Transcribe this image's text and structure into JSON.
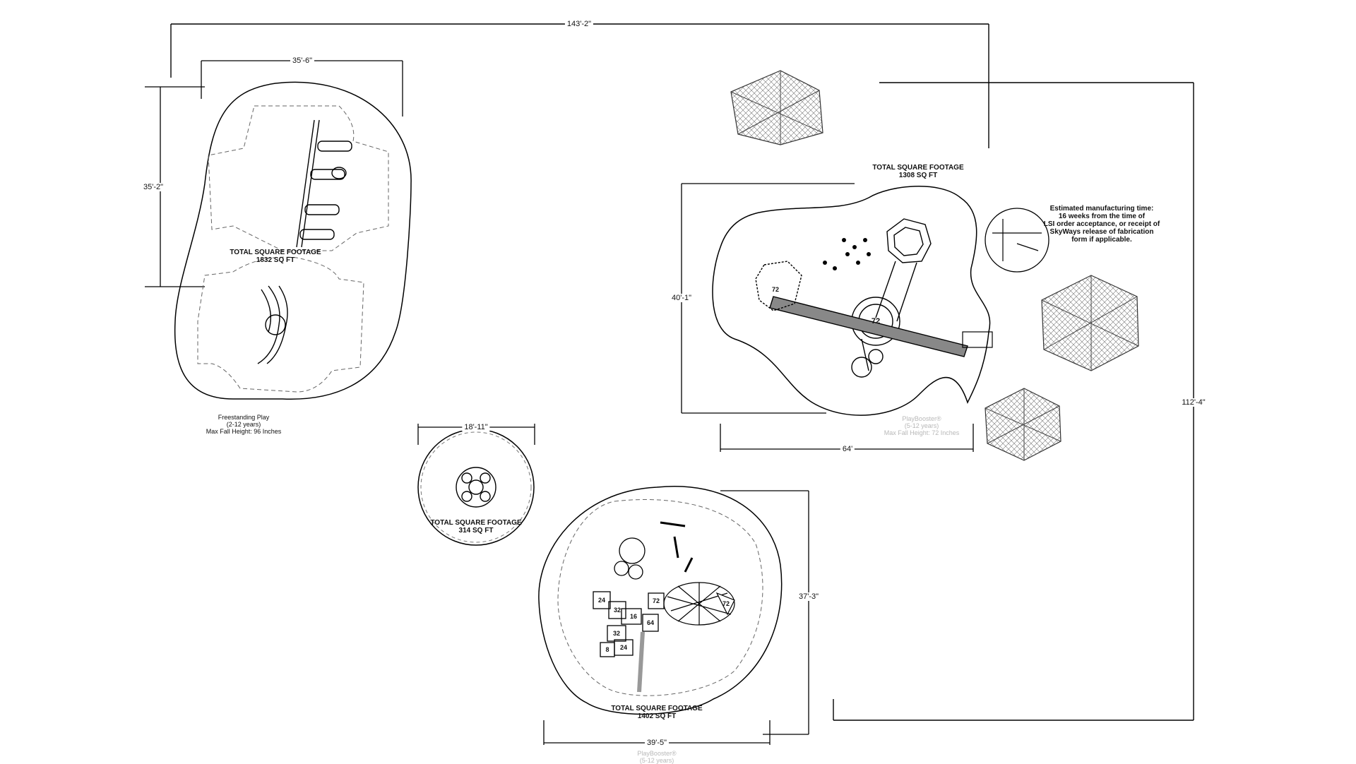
{
  "dimensions": {
    "overall_width": "143'-2\"",
    "overall_height": "112'-4\"",
    "freestanding_width": "35'-6\"",
    "freestanding_height": "35'-2\"",
    "tower_width": "64'",
    "tower_height": "40'-1\"",
    "spinner_width": "18'-11\"",
    "round_width": "39'-5\"",
    "round_height": "37'-3\""
  },
  "areas": {
    "freestanding": {
      "title": "TOTAL SQUARE FOOTAGE",
      "value": "1832 SQ FT"
    },
    "tower": {
      "title": "TOTAL SQUARE FOOTAGE",
      "value": "1308 SQ FT"
    },
    "spinner": {
      "title": "TOTAL SQUARE FOOTAGE",
      "value": "314 SQ FT"
    },
    "round": {
      "title": "TOTAL SQUARE FOOTAGE",
      "value": "1402 SQ FT"
    }
  },
  "notes": {
    "freestanding_line1": "Freestanding Play",
    "freestanding_line2": "(2-12 years)",
    "freestanding_line3": "Max Fall Height: 96 Inches",
    "tower_line1": "PlayBooster®",
    "tower_line2": "(5-12 years)",
    "tower_line3": "Max Fall Height: 72 Inches",
    "round_line1": "PlayBooster®",
    "round_line2": "(5-12 years)"
  },
  "manufacturing": {
    "line1": "Estimated manufacturing time:",
    "line2": "16 weeks from the time of",
    "line3": "LSI order acceptance, or receipt of",
    "line4": "SkyWays release of fabrication",
    "line5": "form if applicable."
  },
  "deck_heights": {
    "tower_center": "72",
    "round_24a": "24",
    "round_32a": "32",
    "round_72a": "72",
    "round_64": "64",
    "round_32b": "32",
    "round_24b": "24",
    "round_8": "8",
    "round_16": "16",
    "round_72b": "72",
    "tower_small": "72"
  }
}
